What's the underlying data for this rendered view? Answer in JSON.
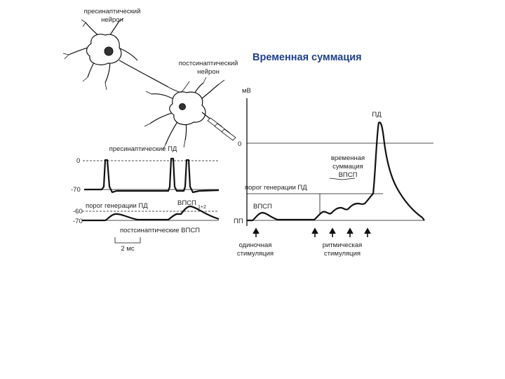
{
  "title": "Временная суммация",
  "neurons": {
    "presynaptic": [
      "пресинаптический",
      "нейрон"
    ],
    "postsynaptic": [
      "постсинаптический",
      "нейрон"
    ]
  },
  "left_panel": {
    "top_label": "пресинаптические ПД",
    "y0": "0",
    "y70": "-70",
    "threshold": "порог генерации ПД",
    "y60": "-60",
    "y70b": "-70",
    "epsp_main": "ВПСП",
    "epsp_sub": "1+2",
    "bottom_label": "постсинаптические ВПСП",
    "scale": "2 мс"
  },
  "right_panel": {
    "unit": "мВ",
    "zero": "0",
    "pd": "ПД",
    "summation": [
      "временная",
      "суммация",
      "ВПСП"
    ],
    "threshold": "порог генерации ПД",
    "epsp": "ВПСП",
    "rest": "ПП",
    "single": [
      "одиночная",
      "стимуляция"
    ],
    "rhythmic": [
      "ритмическая",
      "стимуляция"
    ]
  }
}
